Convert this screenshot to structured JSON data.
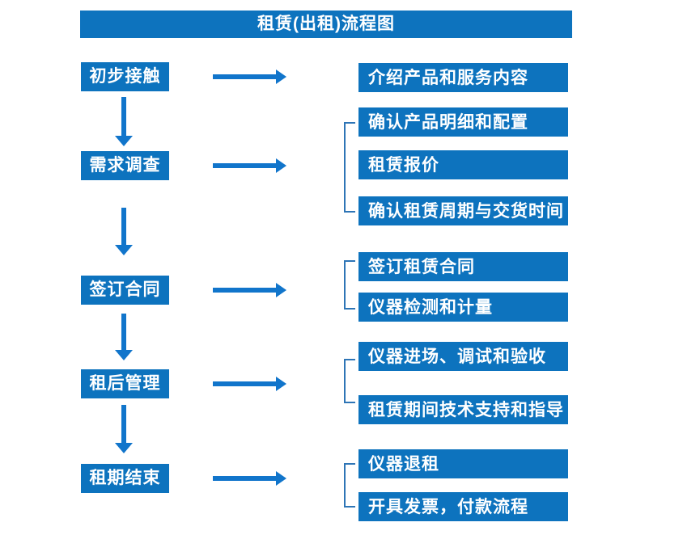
{
  "title": "租赁(出租)流程图",
  "steps": [
    {
      "label": "初步接触",
      "targets": [
        "介绍产品和服务内容"
      ]
    },
    {
      "label": "需求调查",
      "targets": [
        "确认产品明细和配置",
        "租赁报价",
        "确认租赁周期与交货时间"
      ]
    },
    {
      "label": "签订合同",
      "targets": [
        "签订租赁合同",
        "仪器检测和计量"
      ]
    },
    {
      "label": "租后管理",
      "targets": [
        "仪器进场、调试和验收",
        "租赁期间技术支持和指导"
      ]
    },
    {
      "label": "租期结束",
      "targets": [
        "仪器退租",
        "开具发票，付款流程"
      ]
    }
  ],
  "colors": {
    "box_blue": "#0d73be",
    "arrow_blue": "#1175cb",
    "bracket_blue": "#2e75b6",
    "text": "#ffffff",
    "background": "#ffffff"
  }
}
